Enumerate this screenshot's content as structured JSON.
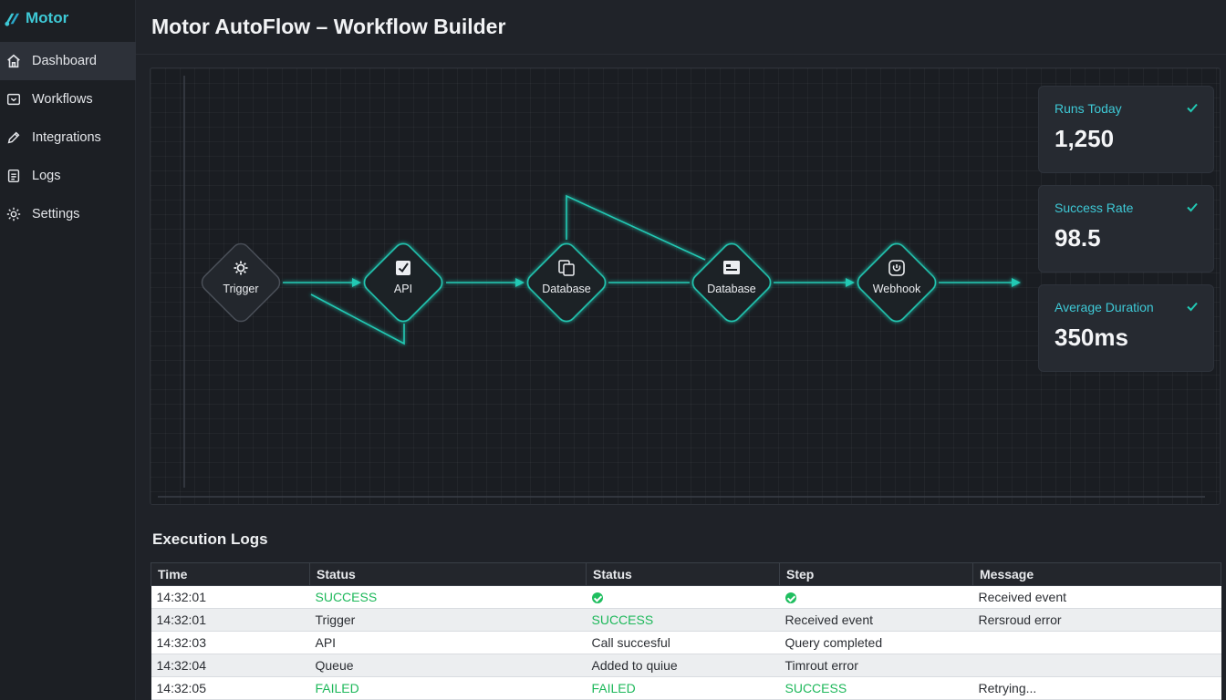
{
  "brand": {
    "name": "Motor"
  },
  "sidebar": {
    "items": [
      {
        "label": "Dashboard",
        "icon": "home-icon",
        "active": true
      },
      {
        "label": "Workflows",
        "icon": "inbox-icon"
      },
      {
        "label": "Integrations",
        "icon": "pencil-icon"
      },
      {
        "label": "Logs",
        "icon": "list-icon"
      },
      {
        "label": "Settings",
        "icon": "gear-icon"
      }
    ]
  },
  "header": {
    "title": "Motor AutoFlow – Workflow Builder"
  },
  "workflow": {
    "nodes": [
      {
        "label": "Trigger",
        "icon": "gear-icon"
      },
      {
        "label": "API",
        "icon": "checkbox-icon"
      },
      {
        "label": "Database",
        "icon": "copy-icon"
      },
      {
        "label": "Database",
        "icon": "card-icon"
      },
      {
        "label": "Webhook",
        "icon": "webhook-icon"
      }
    ]
  },
  "stats": [
    {
      "label": "Runs Today",
      "value": "1,250"
    },
    {
      "label": "Success Rate",
      "value": "98.5"
    },
    {
      "label": "Average Duration",
      "value": "350ms"
    }
  ],
  "logs": {
    "title": "Execution Logs",
    "columns": [
      "Time",
      "Status",
      "Status",
      "Step",
      "Message"
    ],
    "rows": [
      [
        "14:32:01",
        "SUCCESS",
        "",
        "",
        "Received event"
      ],
      [
        "14:32:01",
        "Trigger",
        "SUCCESS",
        "Received event",
        "Rersroud error"
      ],
      [
        "14:32:03",
        "API",
        "Call succesful",
        "Query completed",
        ""
      ],
      [
        "14:32:04",
        "Queue",
        "Added to quiue",
        "Timrout error",
        ""
      ],
      [
        "14:32:05",
        "FAILED",
        "FAILED",
        "SUCCESS",
        "Retrying..."
      ]
    ]
  },
  "colors": {
    "accent": "#3ec9d6",
    "flow_line": "#22c9b4",
    "success_green": "#1db85a",
    "background": "#1f2228"
  }
}
